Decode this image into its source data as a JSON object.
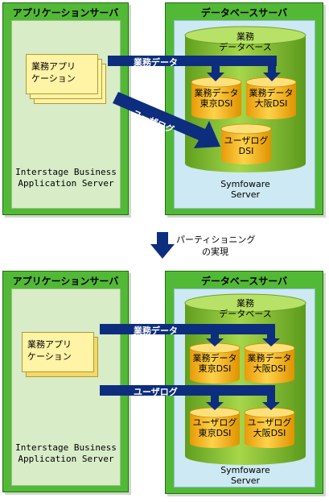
{
  "top": {
    "app_server_title": "アプリケーションサーバ",
    "db_server_title": "データベースサーバ",
    "app_lines": [
      "業務アプリ",
      "ケーション"
    ],
    "app_server_label": [
      "Interstage Business",
      "Application Server"
    ],
    "db_label": [
      "業務",
      "データベース"
    ],
    "dsi_business_tokyo": [
      "業務データ",
      "東京DSI"
    ],
    "dsi_business_osaka": [
      "業務データ",
      "大阪DSI"
    ],
    "dsi_user": [
      "ユーザログ",
      "DSI"
    ],
    "arrow_business": "業務データ",
    "arrow_user": "ユーザログ",
    "symfoware_label": [
      "Symfoware",
      "Server"
    ]
  },
  "transition": {
    "caption": [
      "パーティショニング",
      "の実現"
    ]
  },
  "bottom": {
    "app_server_title": "アプリケーションサーバ",
    "db_server_title": "データベースサーバ",
    "app_lines": [
      "業務アプリ",
      "ケーション"
    ],
    "app_server_label": [
      "Interstage Business",
      "Application Server"
    ],
    "db_label": [
      "業務",
      "データベース"
    ],
    "dsi_business_tokyo": [
      "業務データ",
      "東京DSI"
    ],
    "dsi_business_osaka": [
      "業務データ",
      "大阪DSI"
    ],
    "dsi_user_tokyo": [
      "ユーザログ",
      "東京DSI"
    ],
    "dsi_user_osaka": [
      "ユーザログ",
      "大阪DSI"
    ],
    "arrow_business": "業務データ",
    "arrow_user": "ユーザログ",
    "symfoware_label": [
      "Symfoware",
      "Server"
    ]
  },
  "colors": {
    "panel_green": "#52b936",
    "app_inner": "#d8ecc8",
    "db_inner": "#cde9f3",
    "cylinder_green": "#8cc63a",
    "dsi_orange": "#f5b814",
    "app_card_yellow": "#fff3a6",
    "arrow_navy": "#0d2d7e"
  }
}
